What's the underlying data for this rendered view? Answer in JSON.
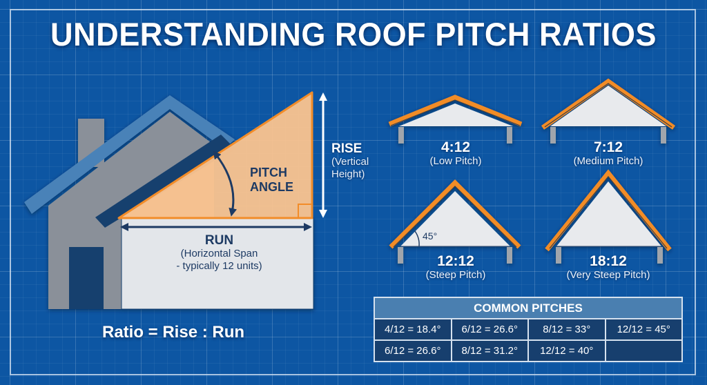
{
  "title": "UNDERSTANDING ROOF PITCH RATIOS",
  "colors": {
    "background": "#0d56a3",
    "grid_line": "#3b78bb",
    "orange": "#f28c28",
    "peach_fill": "#fbc48f",
    "house_gray": "#8a9099",
    "roof_blue": "#4a82b8",
    "dark_navy": "#173f6e",
    "light_wall": "#e3e6ea",
    "text_white": "#ffffff",
    "text_navy": "#1d3a63"
  },
  "main_diagram": {
    "rise": {
      "label": "RISE",
      "sub_line1": "(Vertical",
      "sub_line2": "Height)"
    },
    "pitch_angle": {
      "line1": "PITCH",
      "line2": "ANGLE"
    },
    "run": {
      "label": "RUN",
      "sub_line1": "(Horizontal Span",
      "sub_line2": "- typically 12 units)"
    },
    "ratio_formula": "Ratio = Rise : Run",
    "icons": [
      "house-icon",
      "chimney-icon",
      "door-icon",
      "double-arrow-vertical-icon",
      "double-arrow-horizontal-icon",
      "curved-double-arrow-icon",
      "right-angle-marker-icon"
    ]
  },
  "pitch_examples": [
    {
      "ratio": "4:12",
      "name": "(Low Pitch)"
    },
    {
      "ratio": "7:12",
      "name": "(Medium Pitch)"
    },
    {
      "ratio": "12:12",
      "name": "(Steep Pitch)",
      "angle_label": "45°"
    },
    {
      "ratio": "18:12",
      "name": "(Very Steep Pitch)"
    }
  ],
  "common_pitches": {
    "header": "COMMON PITCHES",
    "rows": [
      [
        "4/12 = 18.4°",
        "6/12 = 26.6°",
        "8/12 = 33°",
        "12/12 = 45°"
      ],
      [
        "6/12 = 26.6°",
        "8/12 = 31.2°",
        "12/12 = 40°",
        ""
      ]
    ]
  }
}
